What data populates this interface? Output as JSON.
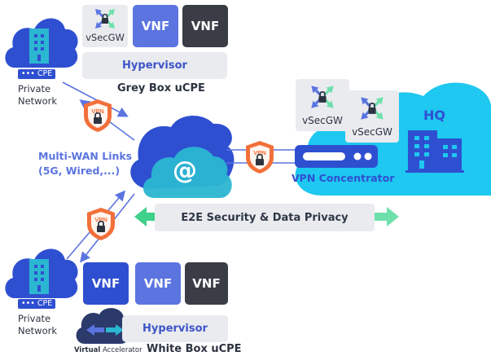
{
  "colors": {
    "primary_blue": "#2f4fd1",
    "light_blue": "#5b74e0",
    "dark_gray": "#3a3d45",
    "hq_cloud": "#1ec8f0",
    "teal": "#2bb6d2",
    "vpn_orange": "#f26f3a",
    "arrow_green": "#3fd08a",
    "panel_gray": "#e9ebef"
  },
  "top_site": {
    "cpe_label": "CPE",
    "network_label_line1": "Private",
    "network_label_line2": "Network"
  },
  "bottom_site": {
    "cpe_label": "CPE",
    "network_label_line1": "Private",
    "network_label_line2": "Network"
  },
  "grey_box": {
    "modules": [
      {
        "label": "vSecGW",
        "icon": "secure-gateway-icon",
        "style": "gray"
      },
      {
        "label": "VNF",
        "style": "light-blue"
      },
      {
        "label": "VNF",
        "style": "dark"
      }
    ],
    "hypervisor_label": "Hypervisor",
    "caption": "Grey Box uCPE"
  },
  "white_box": {
    "modules": [
      {
        "label": "VNF",
        "style": "blue"
      },
      {
        "label": "VNF",
        "style": "light-blue"
      },
      {
        "label": "VNF",
        "style": "dark"
      }
    ],
    "hypervisor_label": "Hypervisor",
    "caption": "White Box uCPE",
    "accelerator_label_bold": "Virtual",
    "accelerator_label": "Accelerator"
  },
  "wan": {
    "line1": "Multi-WAN Links",
    "line2": "(5G, Wired,...)",
    "center_icon": "at-sign-icon",
    "center_symbol": "@"
  },
  "vpn_badge_label": "VPN",
  "hq": {
    "label": "HQ",
    "gateways": [
      "vSecGW",
      "vSecGW"
    ],
    "concentrator_label": "VPN Concentrator"
  },
  "e2e_label": "E2E Security & Data Privacy"
}
